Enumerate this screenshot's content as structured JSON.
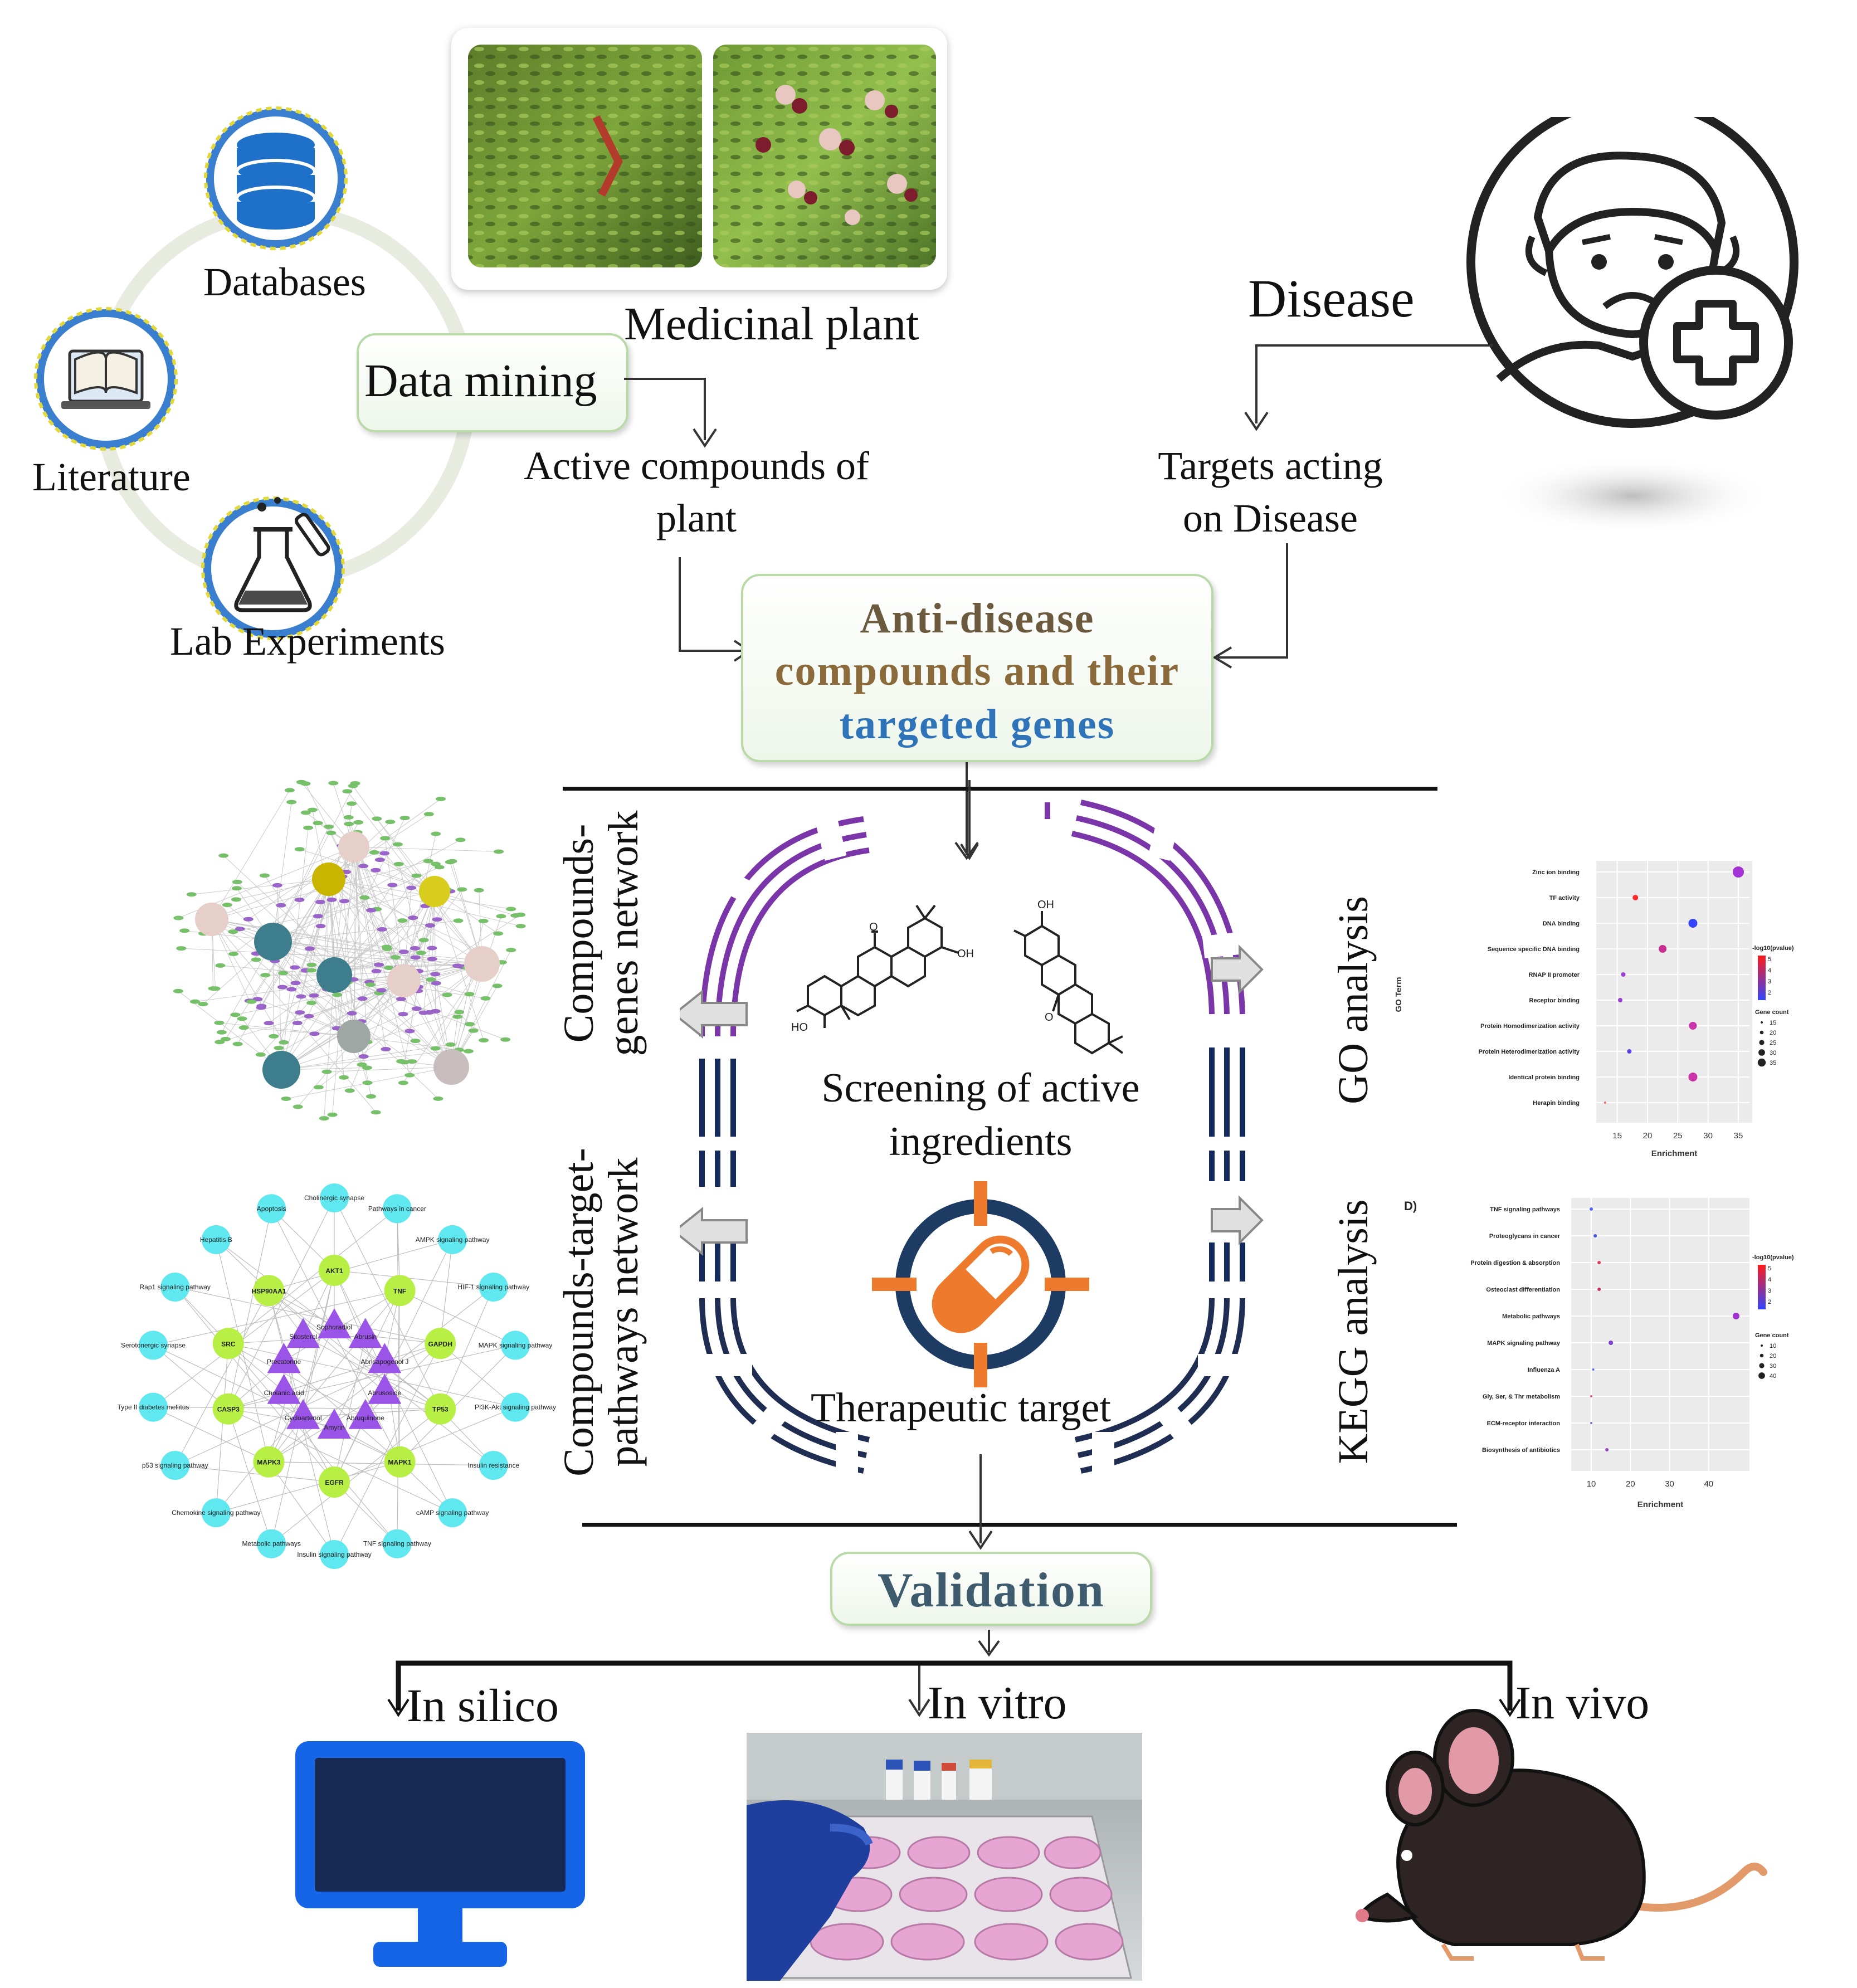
{
  "sources": {
    "databases": "Databases",
    "literature": "Literature",
    "lab": "Lab Experiments"
  },
  "data_mining": "Data mining",
  "medicinal_plant": "Medicinal plant",
  "disease": "Disease",
  "active_compounds": [
    "Active compounds of",
    "plant"
  ],
  "targets_disease": [
    "Targets acting",
    "on Disease"
  ],
  "anti_disease": [
    "Anti-disease",
    "compounds and their",
    "targeted genes"
  ],
  "screening": [
    "Screening of active",
    "ingredients"
  ],
  "therapeutic_target": "Therapeutic target",
  "left_vertical": {
    "top": [
      "Compounds-",
      "genes network"
    ],
    "bottom": [
      "Compounds-target-",
      "pathways network"
    ]
  },
  "right_vertical": {
    "top": "GO analysis",
    "bottom": "KEGG analysis"
  },
  "validation": "Validation",
  "validation_methods": [
    "In silico",
    "In vitro",
    "In vivo"
  ],
  "go_chart": {
    "terms": [
      "Zinc ion binding",
      "TF activity",
      "DNA binding",
      "Sequence specific DNA binding",
      "RNAP II promoter",
      "Receptor binding",
      "Protein Homodimerization activity",
      "Protein Heterodimerization activity",
      "Identical protein binding",
      "Herapin binding"
    ],
    "enrichment": [
      35,
      18,
      27.5,
      22.5,
      16,
      15.5,
      27.5,
      17,
      27.5,
      13
    ],
    "xticks": [
      "15",
      "20",
      "25",
      "30",
      "35"
    ],
    "xlabel": "Enrichment",
    "ylabel": "GO Term",
    "legend_color_title": "-log10(pvalue)",
    "legend_color_ticks": [
      "5",
      "4",
      "3",
      "2"
    ],
    "legend_size_title": "Gene count",
    "legend_size_ticks": [
      "15",
      "20",
      "25",
      "30",
      "35"
    ]
  },
  "kegg_chart": {
    "panel_label": "D)",
    "terms": [
      "TNF signaling pathways",
      "Proteoglycans in cancer",
      "Protein digestion & absorption",
      "Osteoclast differentiation",
      "Metabolic pathways",
      "MAPK signaling pathway",
      "Influenza A",
      "Gly, Ser, & Thr metabolism",
      "ECM-receptor interaction",
      "Biosynthesis of antibiotics"
    ],
    "enrichment": [
      10,
      11,
      12,
      12,
      47,
      15,
      10.5,
      10,
      10,
      14
    ],
    "xticks": [
      "10",
      "20",
      "30",
      "40"
    ],
    "xlabel": "Enrichment",
    "legend_color_title": "-log10(pvalue)",
    "legend_color_ticks": [
      "5",
      "4",
      "3",
      "2"
    ],
    "legend_size_title": "Gene count",
    "legend_size_ticks": [
      "10",
      "20",
      "30",
      "40"
    ]
  },
  "pathway_network": {
    "pathways": [
      "Cholinergic synapse",
      "Pathways in cancer",
      "AMPK signaling pathway",
      "HIF-1 signaling pathway",
      "MAPK signaling pathway",
      "PI3K-Akt signaling pathway",
      "Insulin resistance",
      "cAMP signaling pathway",
      "TNF signaling pathway",
      "Insulin signaling pathway",
      "Metabolic pathways",
      "Chemokine signaling pathway",
      "p53 signaling pathway",
      "Type II diabetes mellitus",
      "Serotonergic synapse",
      "Rap1 signaling pathway",
      "Hepatitis B",
      "Apoptosis"
    ],
    "genes": [
      "AKT1",
      "TNF",
      "GAPDH",
      "TP53",
      "MAPK1",
      "EGFR",
      "MAPK3",
      "CASP3",
      "SRC",
      "HSP90AA1"
    ],
    "compounds": [
      "Sophoradiol",
      "Abrusin",
      "Abrisapogenol J",
      "Abrusoside",
      "Abruquinone",
      "Amyrin",
      "Cycloartenol",
      "Cholanic acid",
      "Precatorine",
      "Sitosterol"
    ]
  },
  "colors": {
    "anti_disease_a": "#6b5a3e",
    "anti_disease_b": "#2f73b8",
    "validation": "#3f5c6f",
    "purple_arc": "#7a35a8",
    "navy_arc": "#142a5c",
    "target_ring": "#1e3c63",
    "target_orange": "#ee7a2e"
  }
}
